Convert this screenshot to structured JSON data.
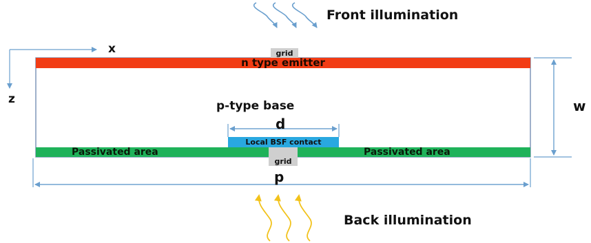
{
  "labels": {
    "front_illumination": "Front illumination",
    "back_illumination": "Back illumination",
    "x_axis": "x",
    "z_axis": "z",
    "thickness": "w",
    "pitch": "p",
    "contact_width": "d",
    "base": "p-type base",
    "emitter": "n type emitter",
    "local_bsf": "Local BSF contact",
    "passivated_left": "Passivated area",
    "passivated_right": "Passivated area",
    "grid_top": "grid",
    "grid_bottom": "grid"
  },
  "colors": {
    "emitter": "#f23c14",
    "passivated": "#1fb25a",
    "local_bsf": "#29a8e0",
    "grid": "#cfcfcf",
    "dimension_lines": "#6a9fce",
    "front_arrows": "#6a9fce",
    "back_arrows": "#f2c21b"
  }
}
